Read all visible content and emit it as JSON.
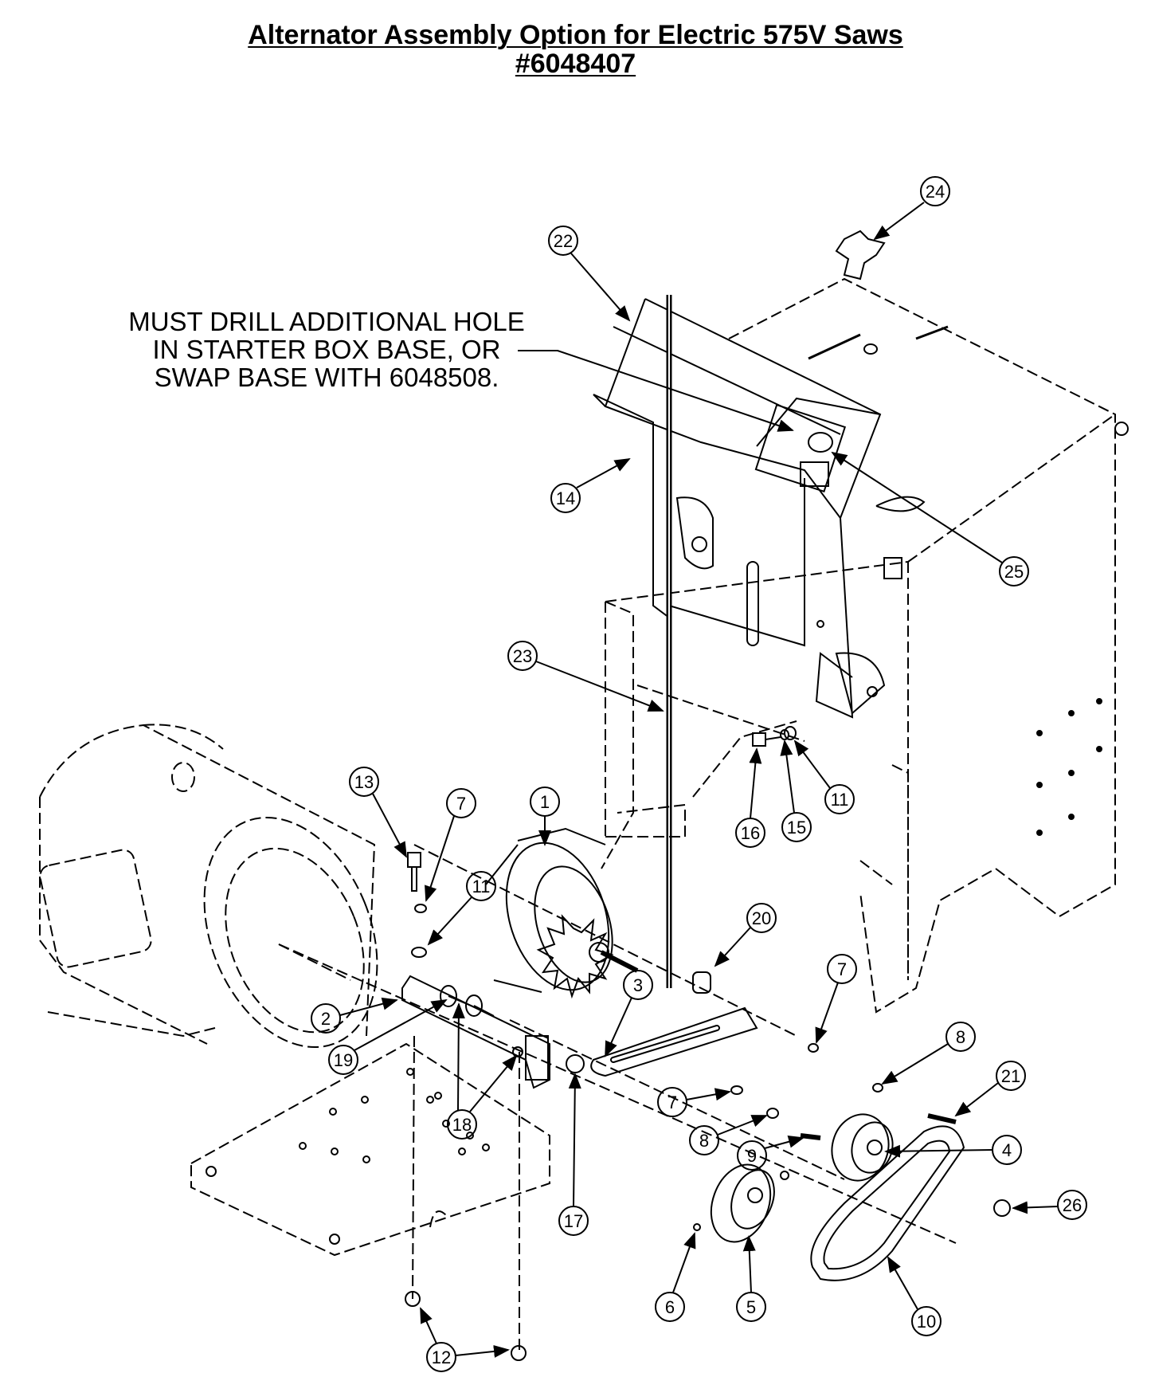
{
  "title": {
    "line1": "Alternator Assembly Option for Electric 575V Saws",
    "line2": "#6048407"
  },
  "note": {
    "line1": "MUST DRILL ADDITIONAL HOLE",
    "line2": "IN STARTER BOX BASE, OR",
    "line3": "SWAP BASE WITH 6048508."
  },
  "callouts": [
    "24",
    "22",
    "14",
    "25",
    "23",
    "16",
    "15",
    "11",
    "13",
    "7",
    "1",
    "11",
    "20",
    "3",
    "2",
    "19",
    "18",
    "17",
    "7",
    "8",
    "21",
    "7",
    "8",
    "9",
    "4",
    "26",
    "6",
    "5",
    "10",
    "12"
  ],
  "colors": {
    "ink": "#000000",
    "paper": "#ffffff"
  }
}
